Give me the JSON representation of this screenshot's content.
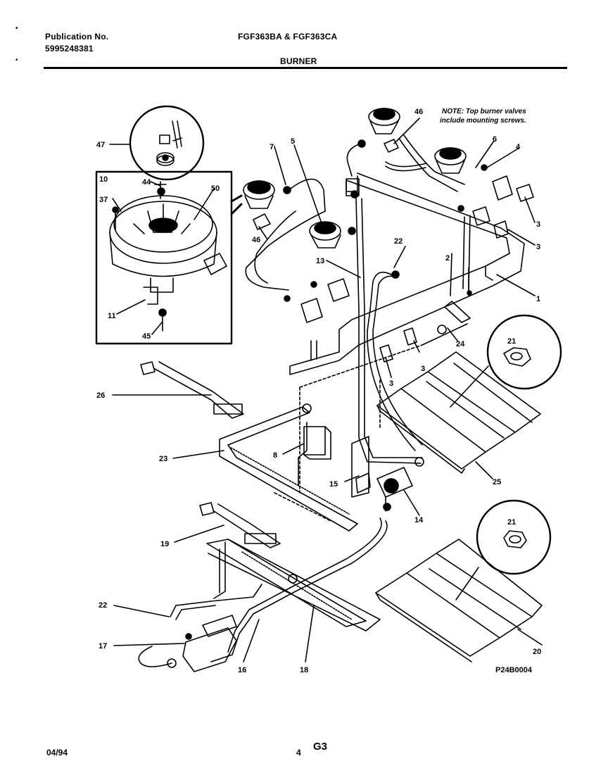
{
  "header": {
    "publication_label": "Publication No.",
    "publication_number": "5995248381",
    "models": "FGF363BA & FGF363CA",
    "section": "BURNER"
  },
  "diagram": {
    "note_line1": "NOTE: Top burner valves",
    "note_line2": "include mounting screws.",
    "figure_id": "P24B0004",
    "callouts": [
      "1",
      "2",
      "3",
      "3",
      "3",
      "3",
      "4",
      "5",
      "6",
      "7",
      "8",
      "10",
      "11",
      "13",
      "14",
      "15",
      "16",
      "17",
      "18",
      "19",
      "20",
      "21",
      "21",
      "22",
      "22",
      "23",
      "24",
      "25",
      "26",
      "37",
      "44",
      "45",
      "46",
      "46",
      "47",
      "50"
    ]
  },
  "footer": {
    "date": "04/94",
    "page": "4",
    "code": "G3"
  },
  "colors": {
    "ink": "#000000",
    "paper": "#ffffff"
  }
}
